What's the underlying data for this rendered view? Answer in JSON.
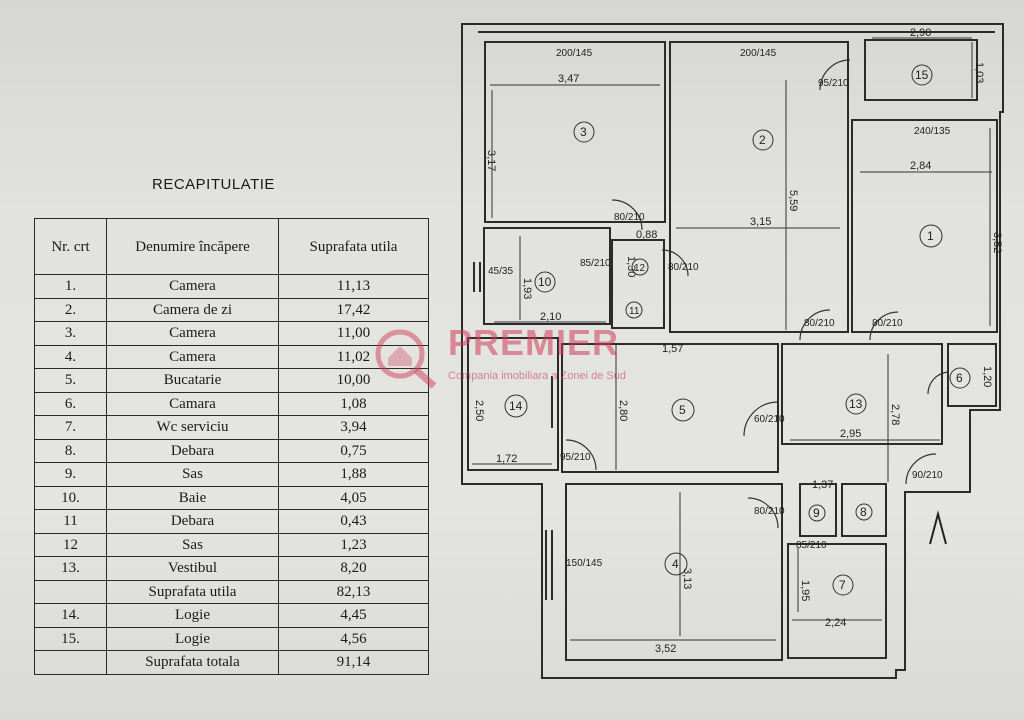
{
  "recap": {
    "title": "RECAPITULATIE",
    "headers": [
      "Nr. crt",
      "Denumire încăpere",
      "Suprafata utila"
    ],
    "rows": [
      {
        "nr": "1.",
        "name": "Camera",
        "area": "11,13"
      },
      {
        "nr": "2.",
        "name": "Camera de zi",
        "area": "17,42"
      },
      {
        "nr": "3.",
        "name": "Camera",
        "area": "11,00"
      },
      {
        "nr": "4.",
        "name": "Camera",
        "area": "11,02"
      },
      {
        "nr": "5.",
        "name": "Bucatarie",
        "area": "10,00"
      },
      {
        "nr": "6.",
        "name": "Camara",
        "area": "1,08"
      },
      {
        "nr": "7.",
        "name": "Wc serviciu",
        "area": "3,94"
      },
      {
        "nr": "8.",
        "name": "Debara",
        "area": "0,75"
      },
      {
        "nr": "9.",
        "name": "Sas",
        "area": "1,88"
      },
      {
        "nr": "10.",
        "name": "Baie",
        "area": "4,05"
      },
      {
        "nr": "11",
        "name": "Debara",
        "area": "0,43"
      },
      {
        "nr": "12",
        "name": "Sas",
        "area": "1,23"
      },
      {
        "nr": "13.",
        "name": "Vestibul",
        "area": "8,20"
      },
      {
        "nr": "",
        "name": "Suprafata utila",
        "area": "82,13"
      },
      {
        "nr": "14.",
        "name": "Logie",
        "area": "4,45"
      },
      {
        "nr": "15.",
        "name": "Logie",
        "area": "4,56"
      },
      {
        "nr": "",
        "name": "Suprafata totala",
        "area": "91,14"
      }
    ]
  },
  "watermark": {
    "brand": "PREMIER",
    "tagline": "Compania imobiliara a Zonei de Sud",
    "color": "#d23c5a"
  },
  "plan": {
    "room_numbers": [
      "1",
      "2",
      "3",
      "4",
      "5",
      "6",
      "7",
      "8",
      "9",
      "10",
      "11",
      "12",
      "13",
      "14",
      "15"
    ],
    "dimensions": {
      "d347": "3,47",
      "d317": "3,17",
      "d315": "3,15",
      "d559": "5,59",
      "d284": "2,84",
      "d352": "3,52",
      "d290": "2,90",
      "d103": "1,03",
      "d295": "2,95",
      "d278": "2,78",
      "d352b": "3,52",
      "d313": "3,13",
      "d224": "2,24",
      "d195": "1,95",
      "d137": "1,37",
      "d193": "1,93",
      "d210": "2,10",
      "d172": "1,72",
      "d280": "2,80",
      "d250": "2,50",
      "d120": "1,20",
      "d088": "0,88",
      "d130": "1,30",
      "d157": "1,57"
    },
    "door_labels": [
      "80/210",
      "95/210",
      "90/210",
      "60/210",
      "85/210"
    ],
    "window_labels": [
      "200/145",
      "200/145",
      "240/135",
      "150/145",
      "45/35"
    ],
    "north_arrow": "north-arrow"
  }
}
